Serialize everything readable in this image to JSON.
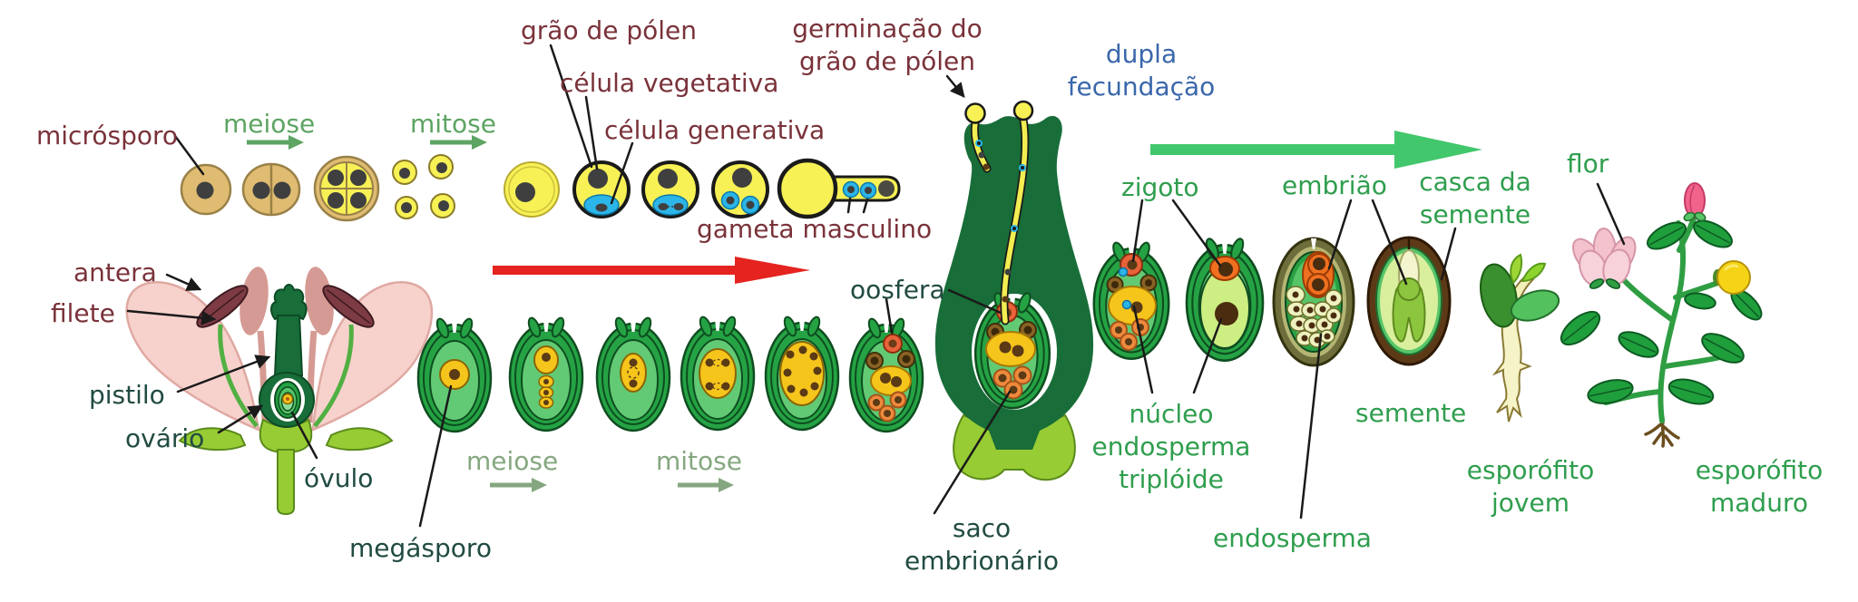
{
  "labels": {
    "microsporo": "micrósporo",
    "meiose_top": "meiose",
    "mitose_top": "mitose",
    "grao_de_polen": "grão de pólen",
    "celula_vegetativa": "célula vegetativa",
    "celula_generativa": "célula generativa",
    "gameta_masculino": "gameta masculino",
    "germinacao": "germinação do\ngrão de pólen",
    "dupla_fecundacao": "dupla\nfecundação",
    "antera": "antera",
    "filete": "filete",
    "pistilo": "pistilo",
    "ovario": "ovário",
    "ovulo": "óvulo",
    "megasporo": "megásporo",
    "meiose_bottom": "meiose",
    "mitose_bottom": "mitose",
    "oosfera": "oosfera",
    "saco_embrionario": "saco\nembrionário",
    "zigoto": "zigoto",
    "nucleo_endosperma": "núcleo\nendosperma\ntriplóide",
    "embriao": "embrião",
    "casca_da_semente": "casca da\nsemente",
    "semente": "semente",
    "endosperma": "endosperma",
    "esporofito_jovem": "esporófito\njovem",
    "esporofito_maduro": "esporófito\nmaduro",
    "flor": "flor"
  },
  "palette": {
    "label_maroon": "#7a323a",
    "label_dark_teal": "#214b42",
    "label_green": "#2f9e4e",
    "label_green_medium": "#5ea463",
    "label_sage": "#85a77f",
    "label_blue": "#3a67ab",
    "arrow_red": "#e5231f",
    "arrow_green": "#43c76d",
    "cell_yellow": "#f7f155",
    "cell_tan": "#dfbc71",
    "generative_cell_blue": "#2bb5e8",
    "ovule_green": "#25a344",
    "nucellus_green": "#62ca74",
    "embryo_sac_yellow": "#f6c51b",
    "oosphere_orange": "#e8623a",
    "zygote_orange": "#f07020",
    "pistil_dark_green": "#186d38",
    "stem_light_green": "#97cc34",
    "seed_coat_brown": "#5d3a17",
    "seed_coat_olive": "#6e6e3c",
    "petal_pink": "#f7d2cd",
    "anther_maroon": "#7d3b44",
    "fruit_yellow": "#f5d316",
    "bud_pink": "#f2638c"
  },
  "figures": [
    "microspore-sequence",
    "pollen-development",
    "parent-flower",
    "ovule-development",
    "germinated-pistil",
    "zygote-ovules",
    "endosperm-seed",
    "seed",
    "seedling",
    "mature-plant"
  ]
}
